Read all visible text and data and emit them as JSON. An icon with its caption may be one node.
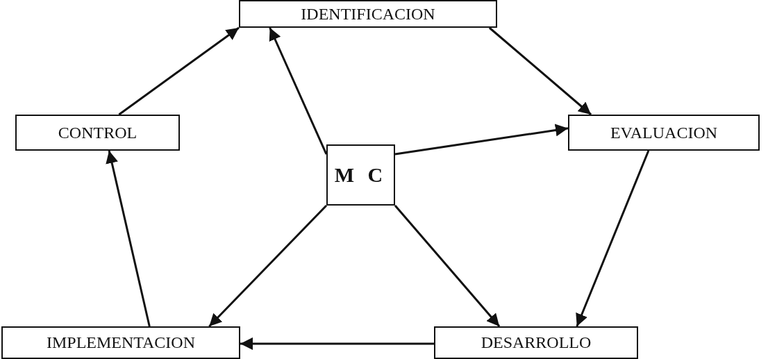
{
  "diagram": {
    "nodes": [
      {
        "text": [
          "IDENTIFICACION"
        ]
      },
      {
        "text": [
          "CONTROL"
        ]
      },
      {
        "text": [
          "M C"
        ]
      },
      {
        "text": [
          "EVALUACION"
        ]
      },
      {
        "text": [
          "IMPLEMENTACION"
        ]
      },
      {
        "text": [
          "DESARROLLO"
        ]
      }
    ],
    "edges": [
      {
        "from": 1,
        "to": 0,
        "arrow": "to"
      },
      {
        "from": 0,
        "to": 3,
        "arrow": "to"
      },
      {
        "from": 3,
        "to": 5,
        "arrow": "to"
      },
      {
        "from": 5,
        "to": 4,
        "arrow": "to"
      },
      {
        "from": 4,
        "to": 1,
        "arrow": "to"
      },
      {
        "from": 2,
        "to": 0,
        "arrow": "to"
      },
      {
        "from": 2,
        "to": 3,
        "arrow": "to"
      },
      {
        "from": 2,
        "to": 4,
        "arrow": "to"
      },
      {
        "from": 2,
        "to": 5,
        "arrow": "to"
      }
    ]
  }
}
